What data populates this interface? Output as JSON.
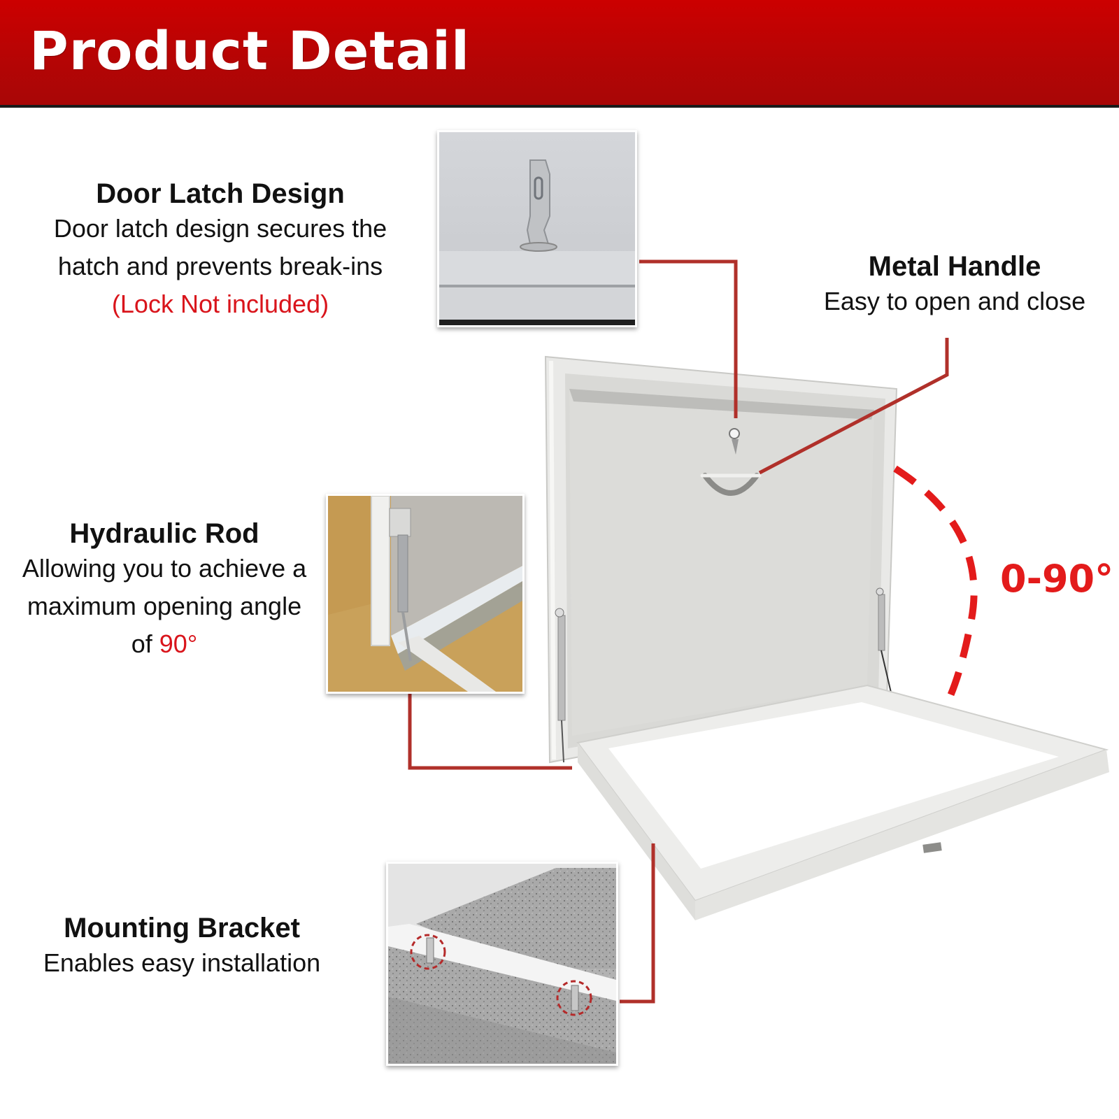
{
  "header": {
    "title": "Product Detail",
    "background_color": "#c00000"
  },
  "features": {
    "latch": {
      "title": "Door Latch Design",
      "lines": [
        "Door latch design secures the",
        "hatch and prevents break-ins"
      ],
      "note": "(Lock Not included)"
    },
    "handle": {
      "title": "Metal Handle",
      "lines": [
        "Easy to open and close"
      ]
    },
    "rod": {
      "title": "Hydraulic Rod",
      "lines": [
        "Allowing you to achieve a",
        "maximum opening angle"
      ],
      "last_prefix": "of ",
      "last_highlight": "90°"
    },
    "bracket": {
      "title": "Mounting Bracket",
      "lines": [
        "Enables easy installation"
      ]
    }
  },
  "angle_indicator": {
    "label": "0-90°",
    "color": "#e31b1b"
  },
  "insets": {
    "latch": "door-latch-closeup",
    "rod": "hydraulic-rod-closeup",
    "bracket": "mounting-bracket-closeup"
  },
  "colors": {
    "accent_red": "#d9141b",
    "callout_line": "#b0302a",
    "text": "#111111"
  }
}
